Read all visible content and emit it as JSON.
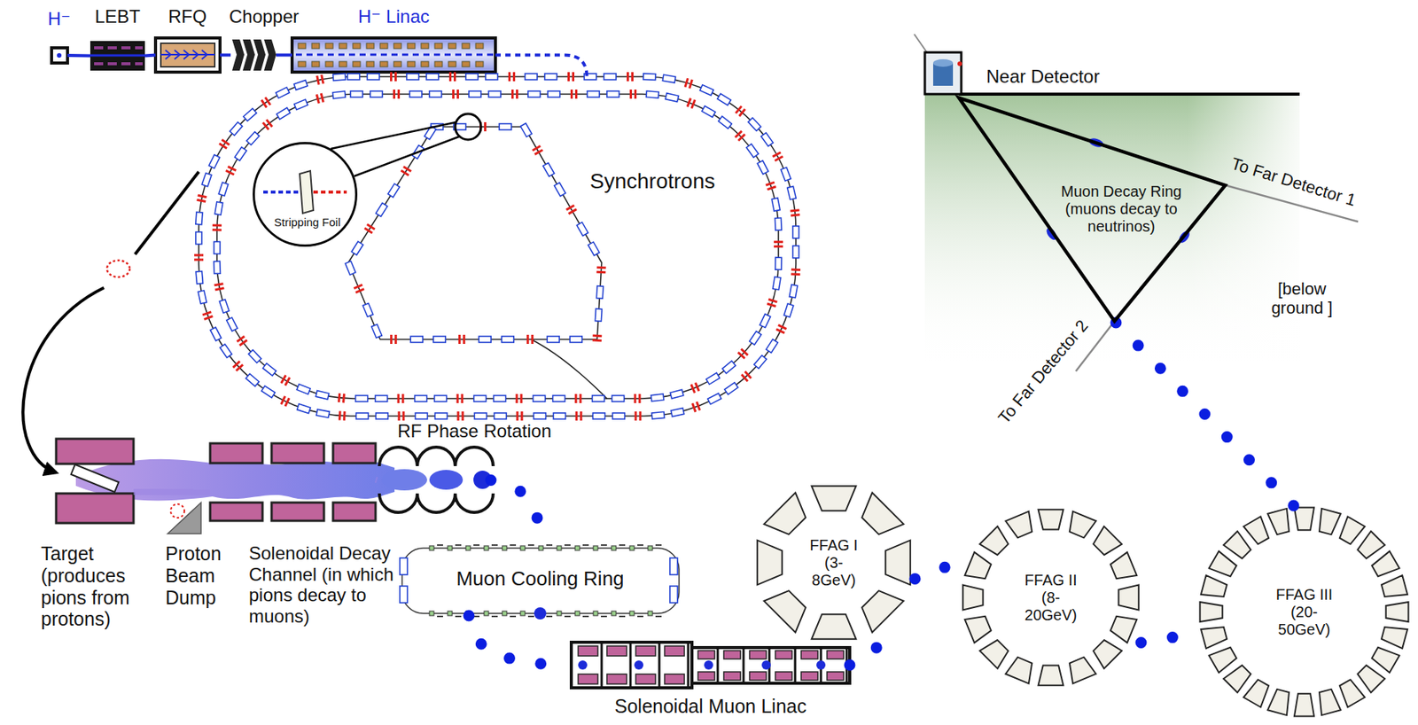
{
  "diagram": {
    "nodes": [
      {
        "text": [
          "H⁻"
        ]
      },
      {
        "text": [
          "LEBT"
        ]
      },
      {
        "text": [
          "RFQ"
        ]
      },
      {
        "text": [
          "Chopper"
        ]
      },
      {
        "text": [
          "H⁻ Linac"
        ]
      },
      {
        "text": [
          "Synchrotrons"
        ]
      },
      {
        "text": [
          "Stripping Foil"
        ]
      },
      {
        "text": [
          "Target (produces pions from protons)"
        ]
      },
      {
        "text": [
          "Proton Beam Dump"
        ]
      },
      {
        "text": [
          "Solenoidal Decay Channel (in which pions decay to muons)"
        ]
      },
      {
        "text": [
          "RF Phase Rotation"
        ]
      },
      {
        "text": [
          "Muon Cooling Ring"
        ]
      },
      {
        "text": [
          "Solenoidal Muon Linac"
        ]
      },
      {
        "text": [
          "FFAG I (3-8GeV)"
        ]
      },
      {
        "text": [
          "FFAG II (8-20GeV)"
        ]
      },
      {
        "text": [
          "FFAG III (20-50GeV)"
        ]
      },
      {
        "text": [
          "Muon Decay Ring (muons decay to neutrinos)"
        ]
      },
      {
        "text": [
          "Near Detector"
        ]
      }
    ],
    "edges": [
      {
        "from": 0,
        "to": 1,
        "arrow": "none"
      },
      {
        "from": 1,
        "to": 2,
        "arrow": "none"
      },
      {
        "from": 2,
        "to": 3,
        "arrow": "none"
      },
      {
        "from": 3,
        "to": 4,
        "arrow": "none"
      },
      {
        "from": 4,
        "to": 5,
        "arrow": "none"
      },
      {
        "from": 5,
        "to": 7,
        "arrow": "to"
      },
      {
        "from": 7,
        "to": 9,
        "arrow": "none"
      },
      {
        "from": 9,
        "to": 10,
        "arrow": "none"
      },
      {
        "from": 10,
        "to": 11,
        "arrow": "none"
      },
      {
        "from": 11,
        "to": 12,
        "arrow": "none"
      },
      {
        "from": 12,
        "to": 13,
        "arrow": "none"
      },
      {
        "from": 13,
        "to": 14,
        "arrow": "none"
      },
      {
        "from": 14,
        "to": 15,
        "arrow": "none"
      },
      {
        "from": 15,
        "to": 16,
        "arrow": "none"
      }
    ],
    "labels": [
      "To Far Detector 1",
      "To Far Detector 2",
      "[below ground ]"
    ]
  }
}
